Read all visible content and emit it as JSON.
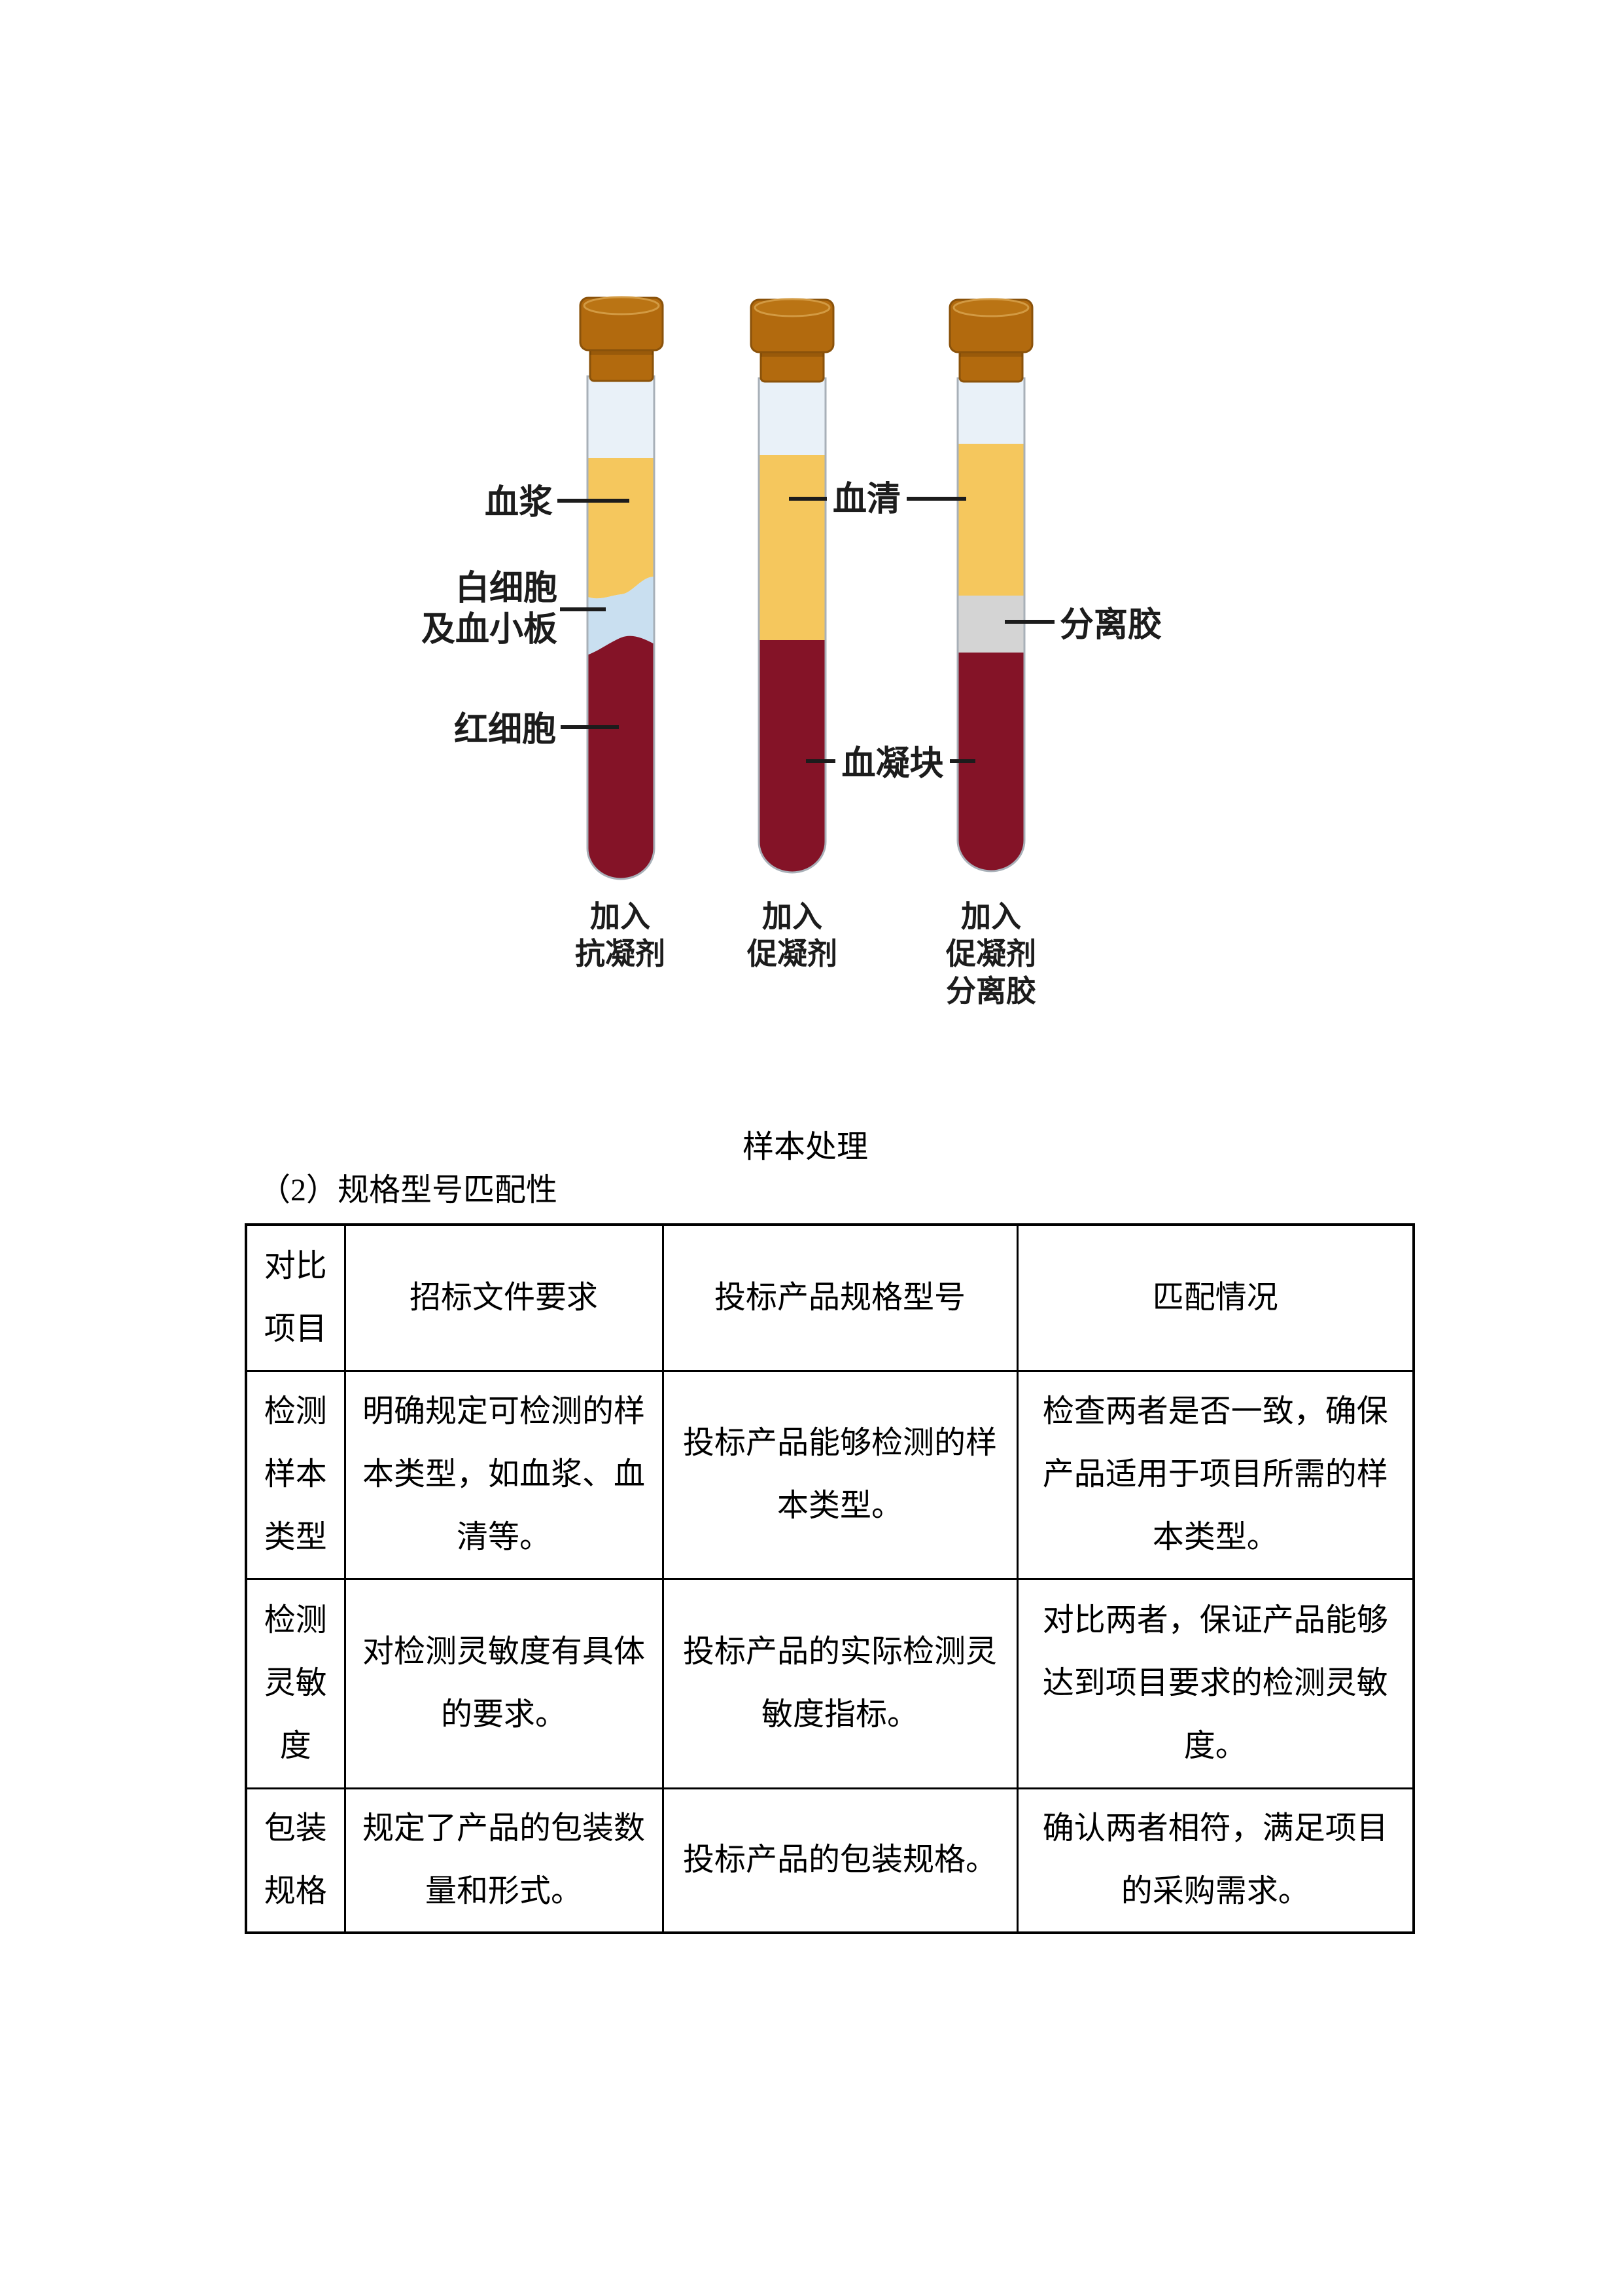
{
  "figure": {
    "caption": "样本处理",
    "labels": {
      "plasma": "血浆",
      "buffy_lines": [
        "白细胞",
        "及血小板"
      ],
      "rbc": "红细胞",
      "serum": "血清",
      "clot": "血凝块",
      "gel": "分离胶"
    },
    "tube_captions": {
      "tube1_lines": [
        "加入",
        "抗凝剂"
      ],
      "tube2_lines": [
        "加入",
        "促凝剂"
      ],
      "tube3_lines": [
        "加入",
        "促凝剂",
        "分离胶"
      ]
    }
  },
  "heading": "（2）规格型号匹配性",
  "table": {
    "header": {
      "item_lines": [
        "对比",
        "项目"
      ],
      "requirement": "招标文件要求",
      "spec": "投标产品规格型号",
      "match": "匹配情况"
    },
    "rows": [
      {
        "item_lines": [
          "检测",
          "样本",
          "类型"
        ],
        "requirement_lines": [
          "明确规定可检测的样",
          "本类型，如血浆、血",
          "清等。"
        ],
        "spec_lines": [
          "投标产品能够检测的样",
          "本类型。"
        ],
        "match_lines": [
          "检查两者是否一致，确保",
          "产品适用于项目所需的样",
          "本类型。"
        ]
      },
      {
        "item_lines": [
          "检测",
          "灵敏",
          "度"
        ],
        "requirement_lines": [
          "对检测灵敏度有具体",
          "的要求。"
        ],
        "spec_lines": [
          "投标产品的实际检测灵",
          "敏度指标。"
        ],
        "match_lines": [
          "对比两者，保证产品能够",
          "达到项目要求的检测灵敏",
          "度。"
        ]
      },
      {
        "item_lines": [
          "包装",
          "规格"
        ],
        "requirement_lines": [
          "规定了产品的包装数",
          "量和形式。"
        ],
        "spec_lines": [
          "投标产品的包装规格。"
        ],
        "match_lines": [
          "确认两者相符，满足项目",
          "的采购需求。"
        ]
      }
    ]
  },
  "colors": {
    "cap_brown": "#B26A0E",
    "cap_brown_dark": "#8A520A",
    "cap_brown_light": "#BA7414",
    "plasma_yellow": "#F5C75D",
    "empty_blue": "#E9F1F8",
    "buffy_blue": "#C9DFF0",
    "blood_red": "#841327",
    "gel_gray": "#D4D4D4",
    "glass_gray": "#A8B0B8",
    "line_black": "#1C1C1C"
  }
}
